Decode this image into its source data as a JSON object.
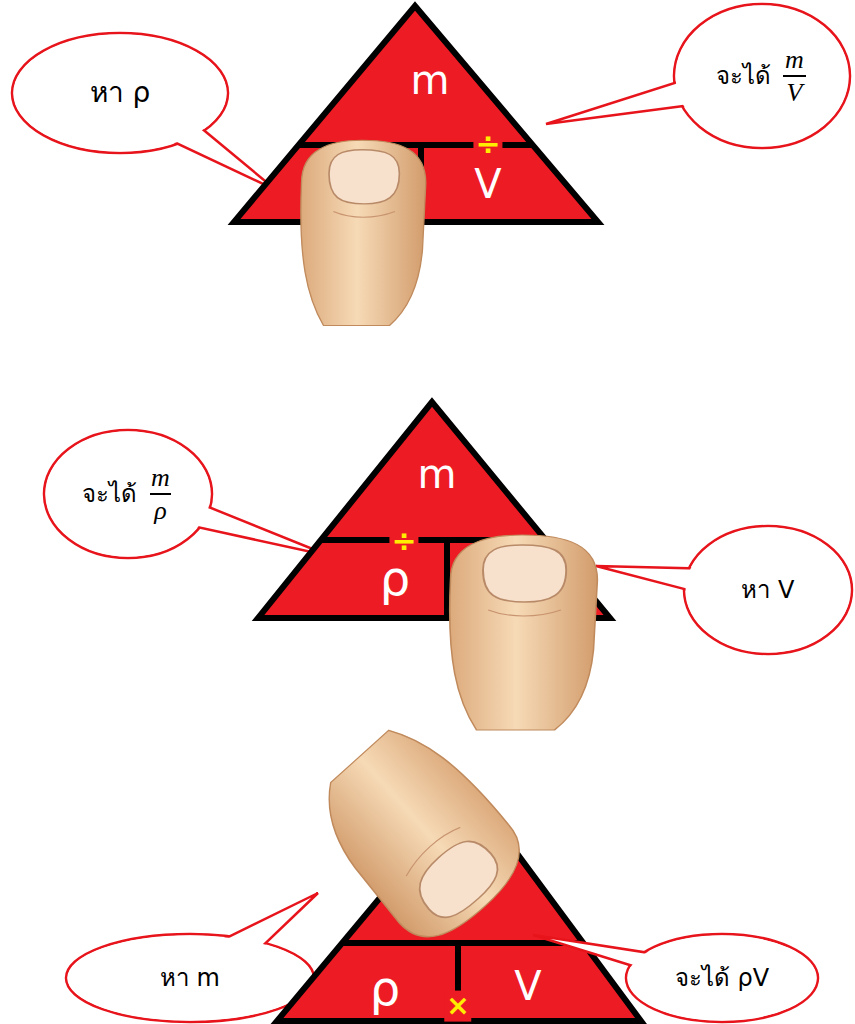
{
  "diagram": {
    "nodes": [
      {
        "text": [
          "หา ρ"
        ]
      },
      {
        "text": [
          "m",
          "÷",
          "V"
        ]
      },
      {
        "text": [
          "จะได้",
          "m",
          "V"
        ]
      },
      {
        "text": [
          "จะได้",
          "m",
          "ρ"
        ]
      },
      {
        "text": [
          "m",
          "÷",
          "ρ"
        ]
      },
      {
        "text": [
          "หา V"
        ]
      },
      {
        "text": [
          "หา m"
        ]
      },
      {
        "text": [
          "ρ",
          "×",
          "V"
        ]
      },
      {
        "text": [
          "จะได้ ρV"
        ]
      }
    ]
  }
}
